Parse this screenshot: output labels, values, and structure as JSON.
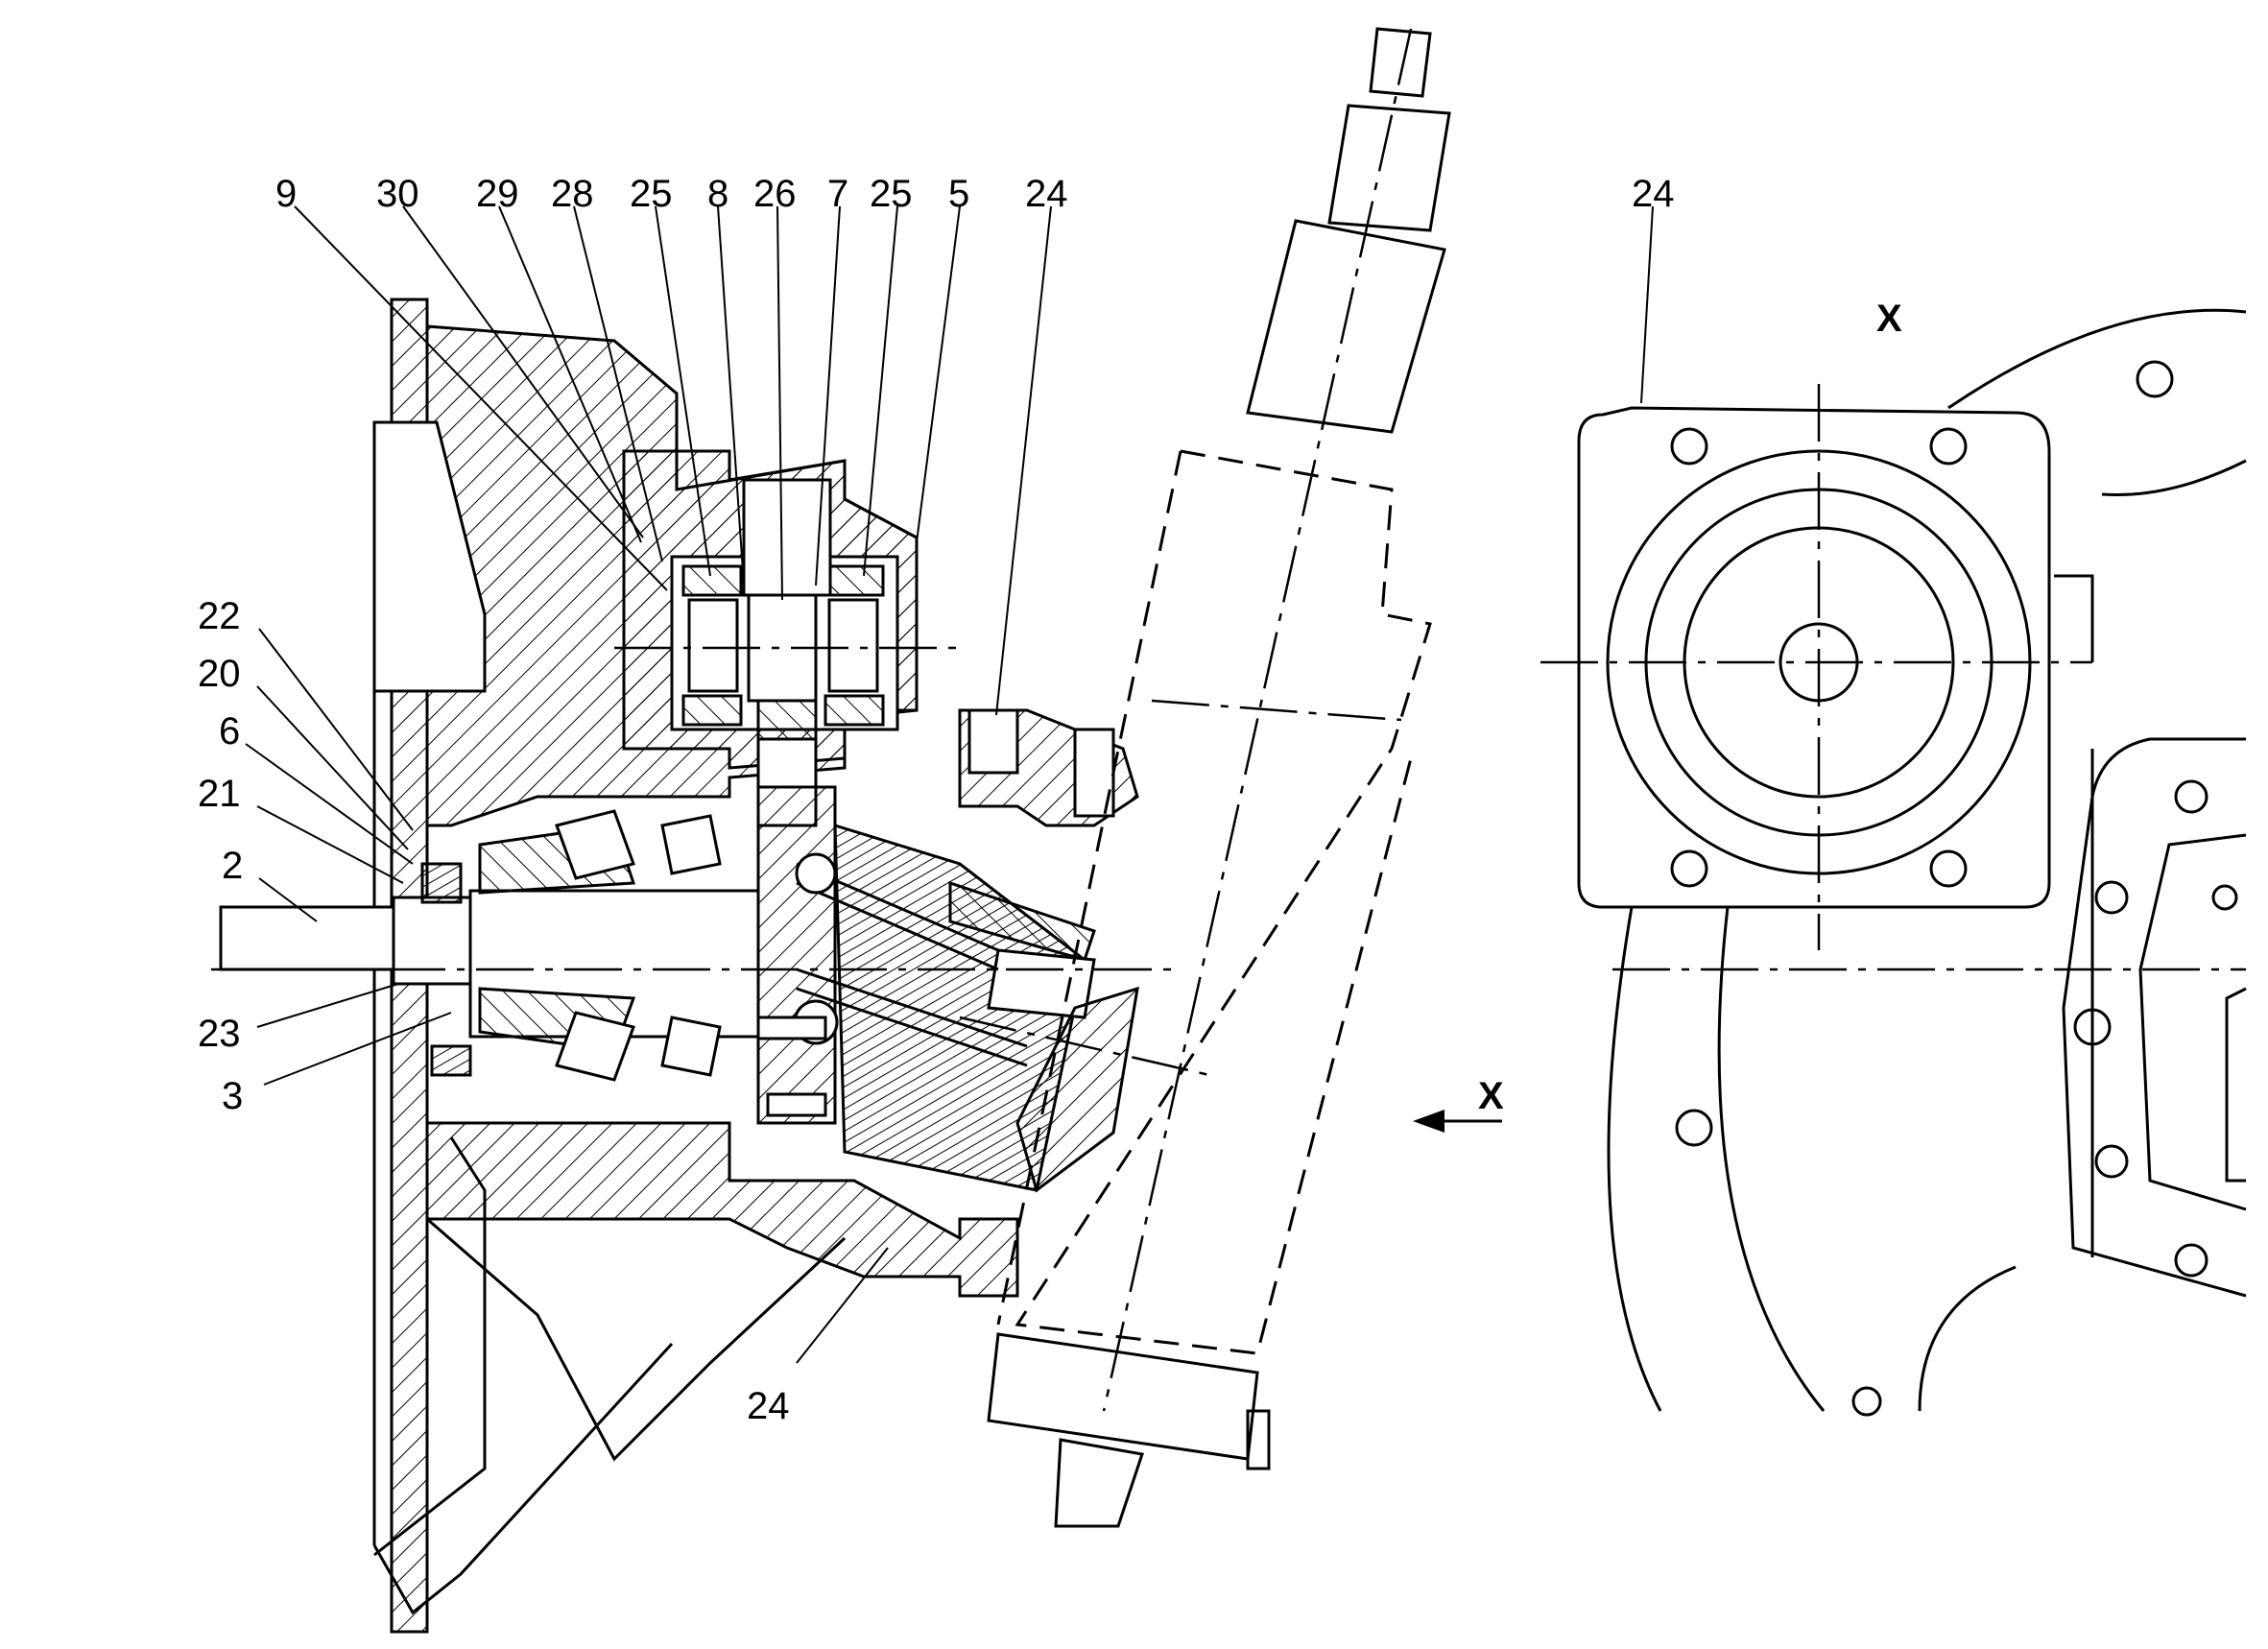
{
  "callouts": {
    "left_top": [
      "9",
      "30",
      "29",
      "28",
      "25",
      "8",
      "26",
      "7",
      "25",
      "5",
      "24"
    ],
    "left_side": [
      "22",
      "20",
      "6",
      "21",
      "2",
      "23",
      "3"
    ],
    "bottom": "24",
    "right_top": "24"
  },
  "view": {
    "arrow_label": "X",
    "view_title": "X"
  }
}
